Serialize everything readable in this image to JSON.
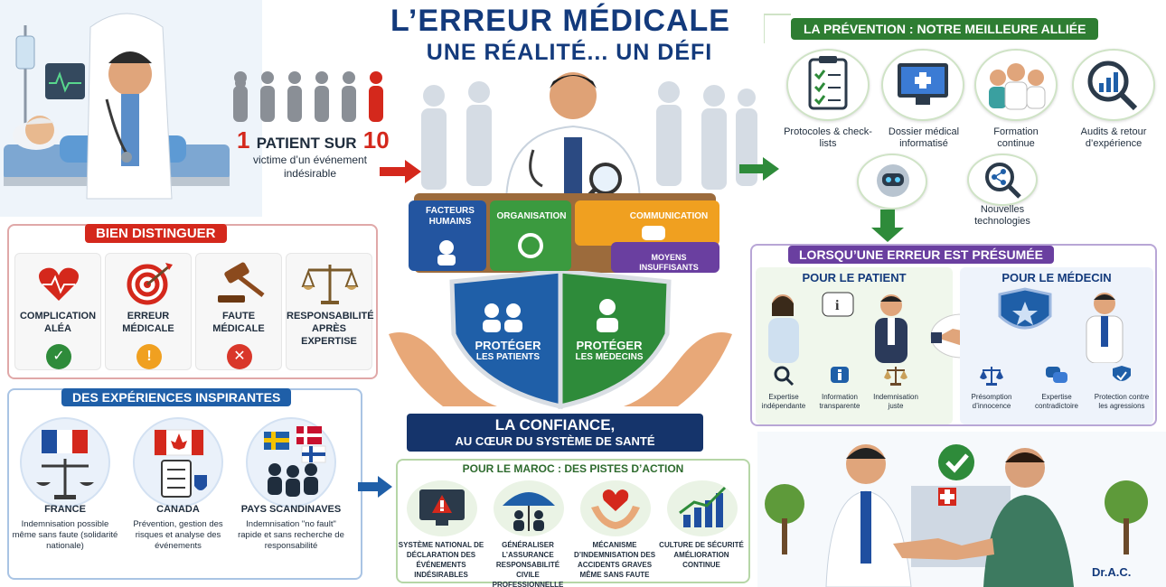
{
  "title": {
    "line1": "L’ERREUR MÉDICALE",
    "line2": "UNE RÉALITÉ... UN DÉFI"
  },
  "stat": {
    "big_num1": "1",
    "big_mid": "PATIENT SUR",
    "big_num2": "10",
    "sub": "victime d’un événement indésirable"
  },
  "distinguer": {
    "title": "BIEN DISTINGUER",
    "items": [
      {
        "label": "COMPLICATION ALÉA",
        "icon": "heart-icon",
        "status": "✓",
        "status_color": "#2e8b3a"
      },
      {
        "label": "ERREUR MÉDICALE",
        "icon": "target-icon",
        "status": "!",
        "status_color": "#f0a020"
      },
      {
        "label": "FAUTE MÉDICALE",
        "icon": "gavel-icon",
        "status": "✕",
        "status_color": "#d9372a"
      },
      {
        "label": "RESPONSABILITÉ APRÈS EXPERTISE",
        "icon": "scales-icon",
        "status": "",
        "status_color": ""
      }
    ]
  },
  "experiences": {
    "title": "DES EXPÉRIENCES INSPIRANTES",
    "items": [
      {
        "title": "FRANCE",
        "desc": "Indemnisation possible même sans faute (solidarité nationale)"
      },
      {
        "title": "CANADA",
        "desc": "Prévention, gestion des risques et analyse des événements"
      },
      {
        "title": "PAYS SCANDINAVES",
        "desc": "Indemnisation \"no fault\" rapide et sans recherche de responsabilité"
      }
    ]
  },
  "puzzle": {
    "p1": "FACTEURS HUMAINS",
    "p2": "ORGANISATION",
    "p3": "COMMUNICATION",
    "p4": "MOYENS INSUFFISANTS"
  },
  "shield": {
    "left_l1": "PROTÉGER",
    "left_l2": "LES PATIENTS",
    "right_l1": "PROTÉGER",
    "right_l2": "LES MÉDECINS"
  },
  "confiance": {
    "l1": "LA CONFIANCE,",
    "l2": "AU CŒUR DU SYSTÈME DE SANTÉ"
  },
  "maroc": {
    "title": "POUR LE MAROC : DES PISTES D’ACTION",
    "items": [
      {
        "label": "SYSTÈME NATIONAL DE DÉCLARATION DES ÉVÉNEMENTS INDÉSIRABLES"
      },
      {
        "label": "GÉNÉRALISER L’ASSURANCE RESPONSABILITÉ CIVILE PROFESSIONNELLE"
      },
      {
        "label": "MÉCANISME D’INDEMNISATION DES ACCIDENTS GRAVES MÊME SANS FAUTE"
      },
      {
        "label": "CULTURE DE SÉCURITÉ AMÉLIORATION CONTINUE"
      }
    ]
  },
  "prevention": {
    "title": "LA PRÉVENTION : NOTRE MEILLEURE ALLIÉE",
    "items": [
      {
        "label": "Protocoles & check-lists"
      },
      {
        "label": "Dossier médical informatisé"
      },
      {
        "label": "Formation continue"
      },
      {
        "label": "Audits & retour d’expérience"
      },
      {
        "label": "Nouvelles technologies"
      }
    ]
  },
  "presumee": {
    "title": "LORSQU’UNE ERREUR EST PRÉSUMÉE",
    "patient": {
      "title": "POUR LE PATIENT",
      "items": [
        "Expertise indépendante",
        "Information transparente",
        "Indemnisation juste"
      ]
    },
    "medecin": {
      "title": "POUR LE MÉDECIN",
      "items": [
        "Présomption d’innocence",
        "Expertise contradictoire",
        "Protection contre les agressions"
      ]
    }
  },
  "signature": "Dr.A.C.",
  "colors": {
    "navy": "#133a7c",
    "red": "#d4281c",
    "green": "#2e7d32",
    "purple": "#6a3fa0",
    "blue": "#1f5fa8"
  }
}
